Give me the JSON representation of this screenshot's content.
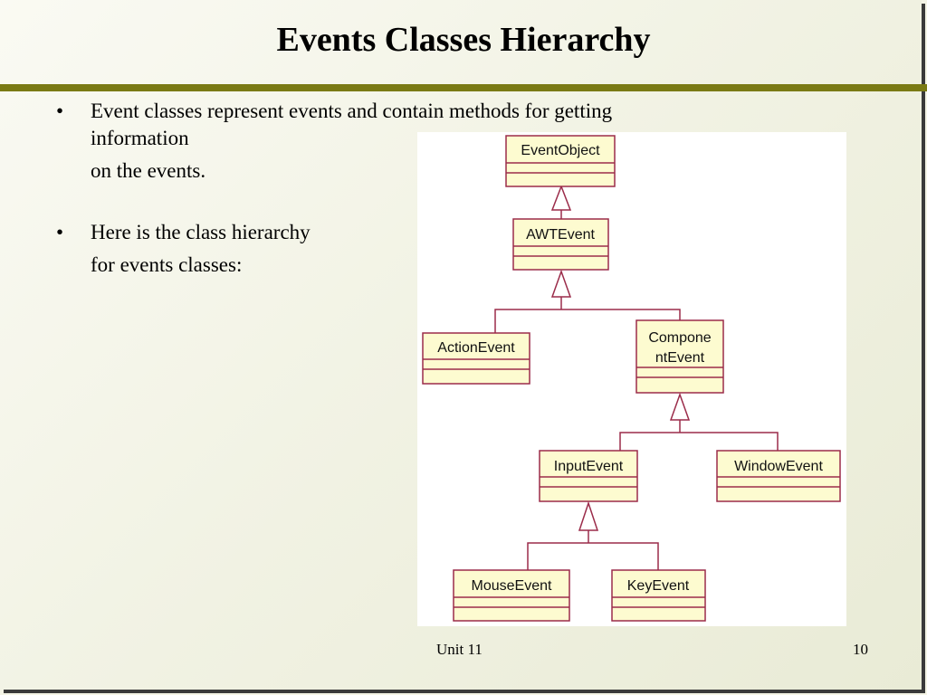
{
  "slide": {
    "title": "Events Classes Hierarchy",
    "bullets": [
      {
        "marker": "•",
        "lines": [
          "Event classes represent events and contain methods for getting",
          "information",
          "on the events."
        ]
      },
      {
        "marker": "•",
        "lines": [
          "Here is the class hierarchy",
          "for events classes:"
        ]
      }
    ],
    "footer": {
      "center": "Unit 11",
      "page_number": "10"
    }
  },
  "diagram": {
    "colors": {
      "border": "#9b2c4a",
      "box_fill": "#fdfbd0",
      "background": "#ffffff"
    },
    "classes": {
      "event_object": "EventObject",
      "awt_event": "AWTEvent",
      "action_event": "ActionEvent",
      "component_event_line1": "Compone",
      "component_event_line2": "ntEvent",
      "input_event": "InputEvent",
      "window_event": "WindowEvent",
      "mouse_event": "MouseEvent",
      "key_event": "KeyEvent"
    }
  }
}
